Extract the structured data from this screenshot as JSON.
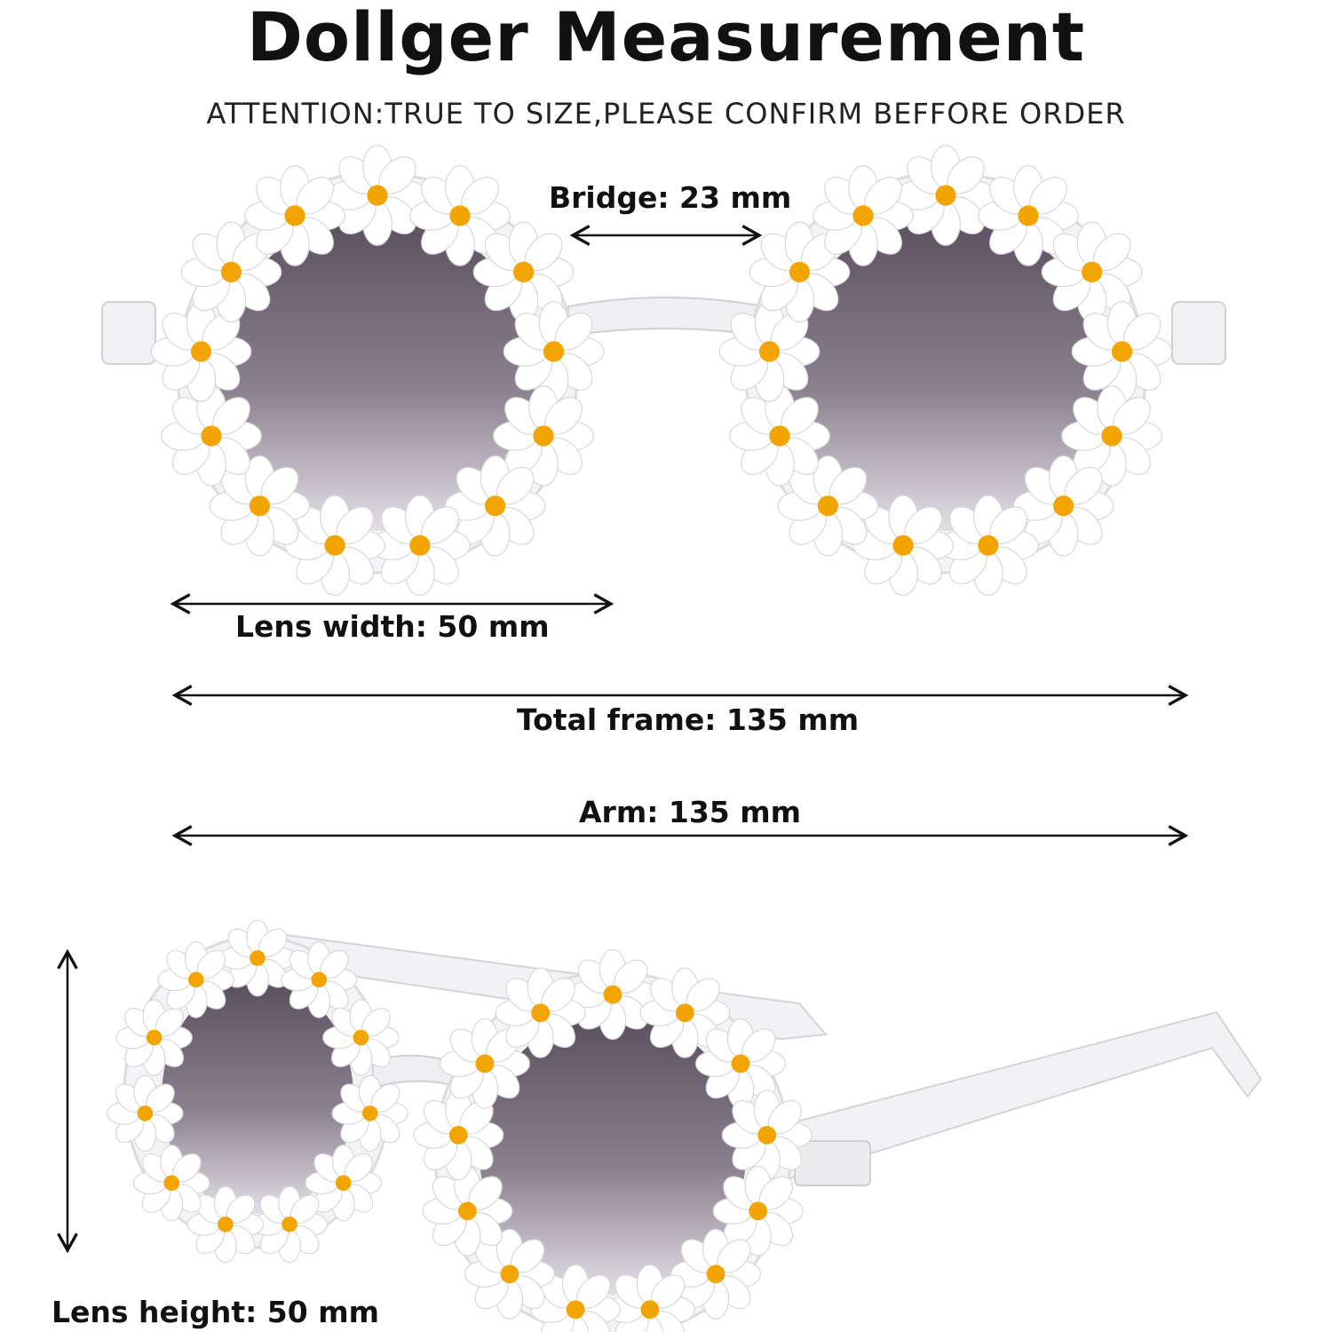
{
  "title": "Dollger Measurement",
  "subtitle": "ATTENTION:TRUE TO SIZE,PLEASE CONFIRM BEFFORE ORDER",
  "measurements": {
    "bridge": "Bridge: 23 mm",
    "lens_width": "Lens width: 50 mm",
    "total_frame": "Total frame: 135 mm",
    "arm": "Arm: 135 mm",
    "lens_height": "Lens height: 50 mm"
  },
  "colors": {
    "lens_dark": "#5a4f5e",
    "lens_light": "#e4dfe6",
    "petal": "#ffffff",
    "flower_center": "#f2a500",
    "frame": "#e8e8ea",
    "arrow": "#111111"
  }
}
